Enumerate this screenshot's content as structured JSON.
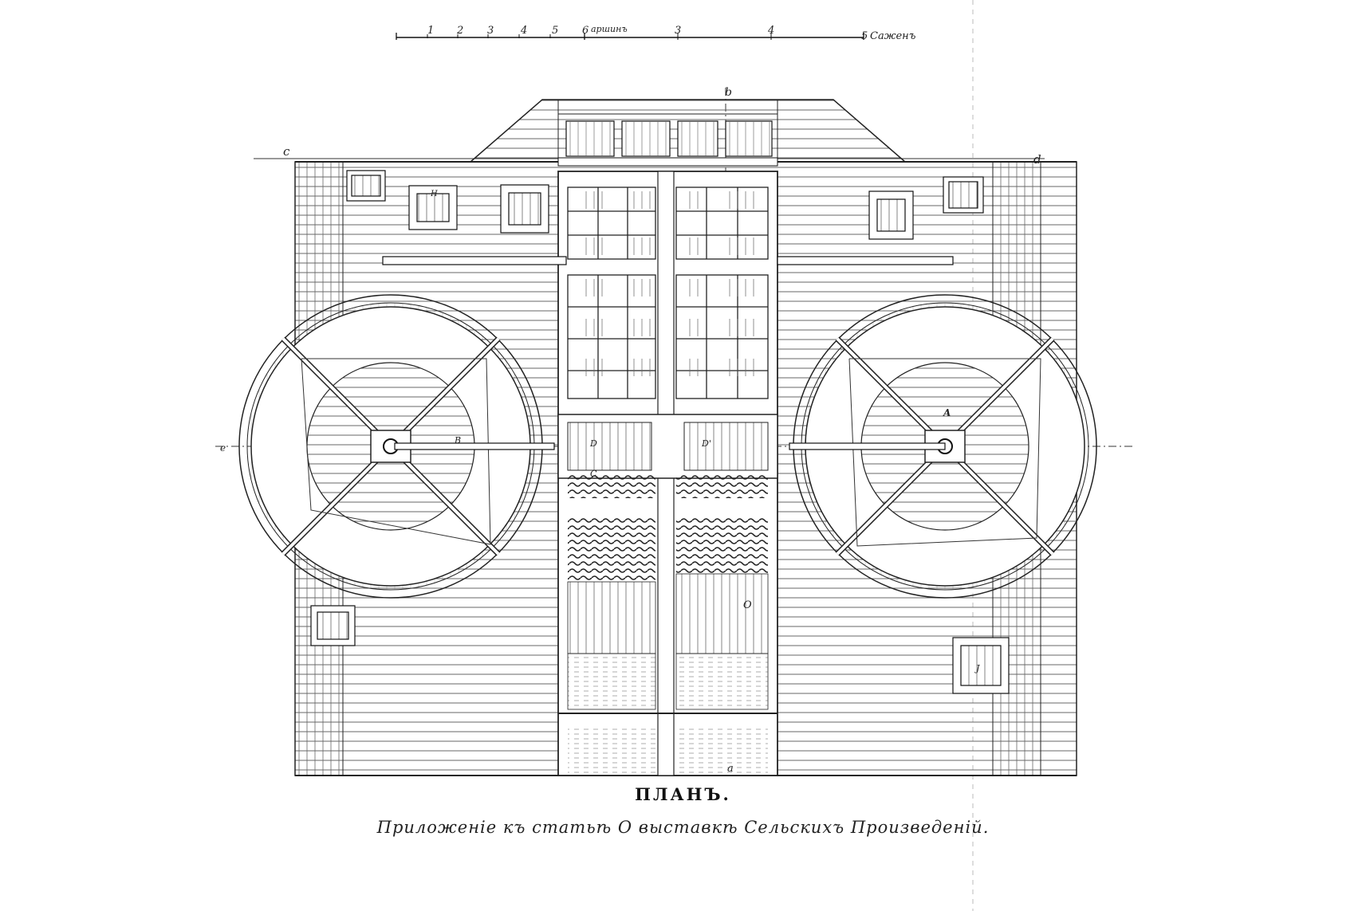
{
  "scale": {
    "ticks": [
      "1",
      "2",
      "3",
      "4",
      "5",
      "6"
    ],
    "unit_small": "аршинъ",
    "ticks_large": [
      "3",
      "4",
      "5"
    ],
    "unit_large": "Саженъ"
  },
  "labels": {
    "a": "a",
    "b": "b",
    "c": "c",
    "d": "d",
    "e": "e",
    "A": "A",
    "B": "B",
    "D": "D",
    "D2": "D'",
    "C": "C",
    "H": "H",
    "O": "O",
    "J": "J"
  },
  "title": "ПЛАНЪ.",
  "caption": "Приложеніе къ статьѣ О выставкѣ Сельскихъ Произведеній."
}
